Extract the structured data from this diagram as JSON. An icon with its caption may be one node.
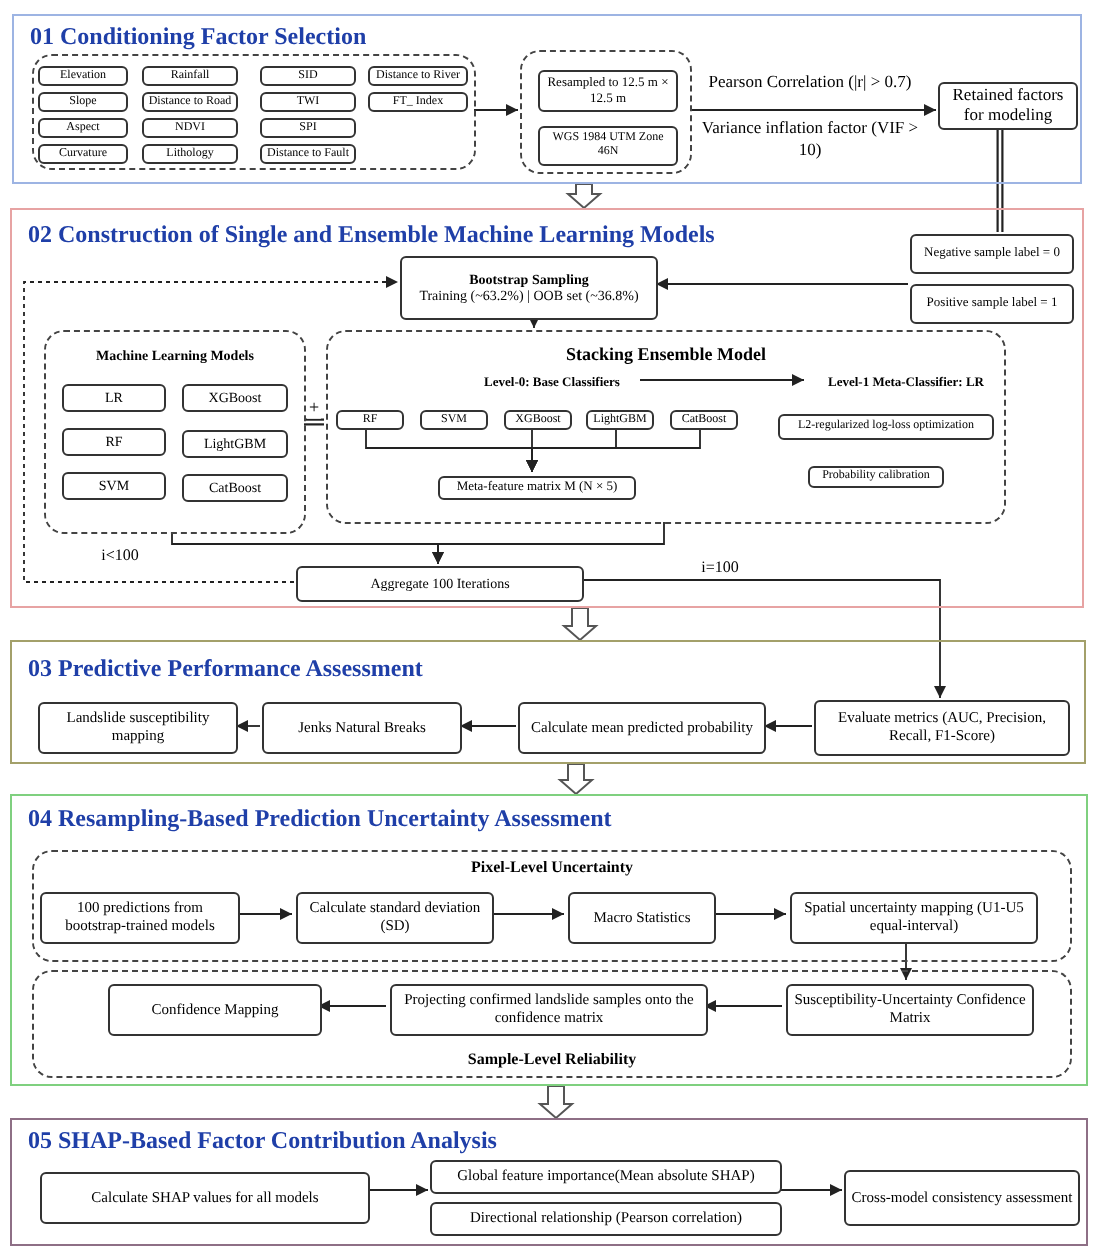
{
  "diagram": {
    "nodes": [
      {
        "text": [
          "01 Conditioning Factor Selection"
        ]
      },
      {
        "text": [],
        "shape": "box",
        "in": 0
      },
      {
        "text": [
          "Elevation"
        ],
        "in": 1
      },
      {
        "text": [
          "Rainfall"
        ],
        "in": 1
      },
      {
        "text": [
          "SID"
        ],
        "in": 1
      },
      {
        "text": [
          "Distance to River"
        ],
        "in": 1
      },
      {
        "text": [
          "Slope"
        ],
        "in": 1
      },
      {
        "text": [
          "Distance to Road"
        ],
        "in": 1
      },
      {
        "text": [
          "TWI"
        ],
        "in": 1
      },
      {
        "text": [
          "FT_ Index"
        ],
        "in": 1
      },
      {
        "text": [
          "Aspect"
        ],
        "in": 1
      },
      {
        "text": [
          "NDVI"
        ],
        "in": 1
      },
      {
        "text": [
          "SPI"
        ],
        "in": 1
      },
      {
        "text": [
          "Curvature"
        ],
        "in": 1
      },
      {
        "text": [
          "Lithology"
        ],
        "in": 1
      },
      {
        "text": [
          "Distance to Fault"
        ],
        "in": 1
      },
      {
        "text": [],
        "shape": "box",
        "in": 0
      },
      {
        "text": [
          "Resampled to 12.5 m × 12.5 m"
        ],
        "in": 16
      },
      {
        "text": [
          "WGS 1984 UTM Zone 46N"
        ],
        "in": 16
      },
      {
        "text": [
          "Retained factors for modeling"
        ],
        "in": 0
      },
      {
        "text": [
          "02 Construction of Single and Ensemble Machine Learning Models"
        ]
      },
      {
        "text": [
          "Negative sample label = 0"
        ],
        "in": 20
      },
      {
        "text": [
          "Positive sample label = 1"
        ],
        "in": 20
      },
      {
        "text": [
          "Bootstrap Sampling",
          "Training (~63.2%) | OOB set (~36.8%)"
        ],
        "in": 20
      },
      {
        "text": [
          "Machine Learning Models"
        ],
        "in": 20
      },
      {
        "text": [
          "LR"
        ],
        "in": 24
      },
      {
        "text": [
          "XGBoost"
        ],
        "in": 24
      },
      {
        "text": [
          "RF"
        ],
        "in": 24
      },
      {
        "text": [
          "LightGBM"
        ],
        "in": 24
      },
      {
        "text": [
          "SVM"
        ],
        "in": 24
      },
      {
        "text": [
          "CatBoost"
        ],
        "in": 24
      },
      {
        "text": [
          "Stacking Ensemble Model"
        ],
        "in": 20
      },
      {
        "text": [
          "Level-0: Base Classifiers"
        ],
        "in": 31
      },
      {
        "text": [
          "Level-1 Meta-Classifier: LR"
        ],
        "in": 31
      },
      {
        "text": [
          "RF"
        ],
        "in": 31
      },
      {
        "text": [
          "SVM"
        ],
        "in": 31
      },
      {
        "text": [
          "XGBoost"
        ],
        "in": 31
      },
      {
        "text": [
          "LightGBM"
        ],
        "in": 31
      },
      {
        "text": [
          "CatBoost"
        ],
        "in": 31
      },
      {
        "text": [
          "Meta-feature matrix M (N × 5)"
        ],
        "in": 31
      },
      {
        "text": [
          "L2-regularized log-loss optimization"
        ],
        "in": 31
      },
      {
        "text": [
          "Probability calibration"
        ],
        "in": 31
      },
      {
        "text": [
          "Aggregate 100 Iterations"
        ],
        "in": 20
      },
      {
        "text": [
          "03 Predictive Performance Assessment"
        ]
      },
      {
        "text": [
          "Landslide susceptibility mapping"
        ],
        "in": 43
      },
      {
        "text": [
          "Jenks Natural Breaks"
        ],
        "in": 43
      },
      {
        "text": [
          "Calculate mean predicted probability"
        ],
        "in": 43
      },
      {
        "text": [
          "Evaluate metrics (AUC, Precision, Recall, F1-Score)"
        ],
        "in": 43
      },
      {
        "text": [
          "04 Resampling-Based Prediction Uncertainty Assessment"
        ]
      },
      {
        "text": [
          "Pixel-Level Uncertainty"
        ],
        "in": 48
      },
      {
        "text": [
          "100 predictions from bootstrap-trained models"
        ],
        "in": 49
      },
      {
        "text": [
          "Calculate standard deviation (SD)"
        ],
        "in": 49
      },
      {
        "text": [
          "Macro Statistics"
        ],
        "in": 49
      },
      {
        "text": [
          "Spatial uncertainty mapping (U1-U5 equal-interval)"
        ],
        "in": 49
      },
      {
        "text": [
          "Sample-Level Reliability"
        ],
        "in": 48
      },
      {
        "text": [
          "Confidence Mapping"
        ],
        "in": 54
      },
      {
        "text": [
          "Projecting confirmed landslide samples onto the confidence matrix"
        ],
        "in": 54
      },
      {
        "text": [
          "Susceptibility-Uncertainty Confidence Matrix"
        ],
        "in": 54
      },
      {
        "text": [
          "05 SHAP-Based Factor Contribution Analysis"
        ]
      },
      {
        "text": [
          "Calculate SHAP values for all models"
        ],
        "in": 58
      },
      {
        "text": [
          "Global feature importance(Mean absolute SHAP)"
        ],
        "in": 58
      },
      {
        "text": [
          "Directional relationship (Pearson correlation)"
        ],
        "in": 58
      },
      {
        "text": [
          "Cross-model consistency assessment"
        ],
        "in": 58
      }
    ],
    "edges": [
      {
        "from": 0,
        "to": 20,
        "arrow": "to",
        "style": "thick"
      },
      {
        "from": 1,
        "to": 16,
        "arrow": "to"
      },
      {
        "from": 16,
        "to": 19,
        "arrow": "to",
        "label": "Pearson Correlation (|r| > 0.7)"
      },
      {
        "from": 19,
        "to": 21,
        "arrow": "none",
        "style": "thick"
      },
      {
        "from": 22,
        "to": 23,
        "arrow": "to"
      },
      {
        "from": 23,
        "to": 31,
        "arrow": "to"
      },
      {
        "from": 24,
        "to": 31,
        "arrow": "none",
        "style": "thick",
        "label": "+"
      },
      {
        "from": 32,
        "to": 33,
        "arrow": "to"
      },
      {
        "from": 34,
        "to": 39,
        "arrow": "to"
      },
      {
        "from": 36,
        "to": 39,
        "arrow": "to"
      },
      {
        "from": 37,
        "to": 39,
        "arrow": "to"
      },
      {
        "from": 38,
        "to": 39,
        "arrow": "to"
      },
      {
        "from": 24,
        "to": 42,
        "arrow": "to"
      },
      {
        "from": 31,
        "to": 42,
        "arrow": "to"
      },
      {
        "from": 42,
        "to": 23,
        "arrow": "to",
        "style": "dashed",
        "label": "i<100"
      },
      {
        "from": 42,
        "to": 47,
        "arrow": "to",
        "label": "i=100"
      },
      {
        "from": 20,
        "to": 43,
        "arrow": "to",
        "style": "thick"
      },
      {
        "from": 47,
        "to": 46,
        "arrow": "to"
      },
      {
        "from": 46,
        "to": 45,
        "arrow": "to"
      },
      {
        "from": 45,
        "to": 44,
        "arrow": "to"
      },
      {
        "from": 43,
        "to": 48,
        "arrow": "to",
        "style": "thick"
      },
      {
        "from": 50,
        "to": 51,
        "arrow": "to"
      },
      {
        "from": 51,
        "to": 52,
        "arrow": "to"
      },
      {
        "from": 52,
        "to": 53,
        "arrow": "to"
      },
      {
        "from": 53,
        "to": 57,
        "arrow": "to"
      },
      {
        "from": 57,
        "to": 56,
        "arrow": "to"
      },
      {
        "from": 56,
        "to": 55,
        "arrow": "to"
      },
      {
        "from": 48,
        "to": 58,
        "arrow": "to",
        "style": "thick"
      },
      {
        "from": 59,
        "to": 60,
        "arrow": "to"
      },
      {
        "from": 60,
        "to": 62,
        "arrow": "to"
      }
    ],
    "labels": [
      "Variance inflation factor (VIF > 10)"
    ]
  }
}
